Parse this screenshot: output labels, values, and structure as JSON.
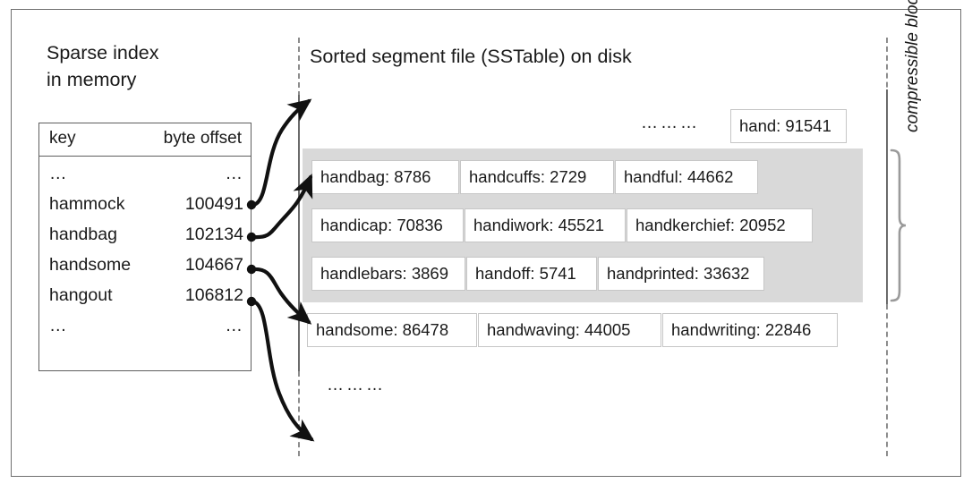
{
  "figure": {
    "left_heading": "Sparse index\nin memory",
    "right_heading": "Sorted segment file (SSTable) on disk",
    "compressible_label": "compressible block",
    "ellipsis_short": "…",
    "ellipsis_long": "………"
  },
  "sparse_index": {
    "columns": [
      "key",
      "byte offset"
    ],
    "rows": [
      {
        "key": "…",
        "offset": "…"
      },
      {
        "key": "hammock",
        "offset": "100491"
      },
      {
        "key": "handbag",
        "offset": "102134"
      },
      {
        "key": "handsome",
        "offset": "104667"
      },
      {
        "key": "hangout",
        "offset": "106812"
      },
      {
        "key": "…",
        "offset": "…"
      }
    ]
  },
  "sstable": {
    "top_row": {
      "leading_dots": "………",
      "entries": [
        "hand: 91541"
      ]
    },
    "compressible_block": {
      "rows": [
        {
          "entries": [
            "handbag: 8786",
            "handcuffs: 2729",
            "handful: 44662"
          ]
        },
        {
          "entries": [
            "handicap: 70836",
            "handiwork: 45521",
            "handkerchief: 20952"
          ]
        },
        {
          "entries": [
            "handlebars: 3869",
            "handoff: 5741",
            "handprinted: 33632"
          ]
        }
      ]
    },
    "after_block_row": {
      "entries": [
        "handsome: 86478",
        "handwaving: 44005",
        "handwriting: 22846"
      ]
    },
    "bottom_dots": "………"
  },
  "colors": {
    "frame": "#6f6f6f",
    "block_background": "#d9d9d9",
    "cell_border": "#c6c6c6",
    "text": "#1a1a1a",
    "guide_line": "#8d8d8d",
    "arrow": "#111111"
  }
}
